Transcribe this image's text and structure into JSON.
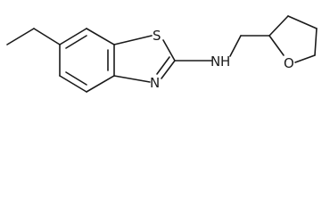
{
  "molecule": {
    "atoms": {
      "sulfur": "S",
      "amine": "N",
      "amine_h": "H",
      "thiazole_n": "N",
      "oxygen": "O"
    }
  }
}
